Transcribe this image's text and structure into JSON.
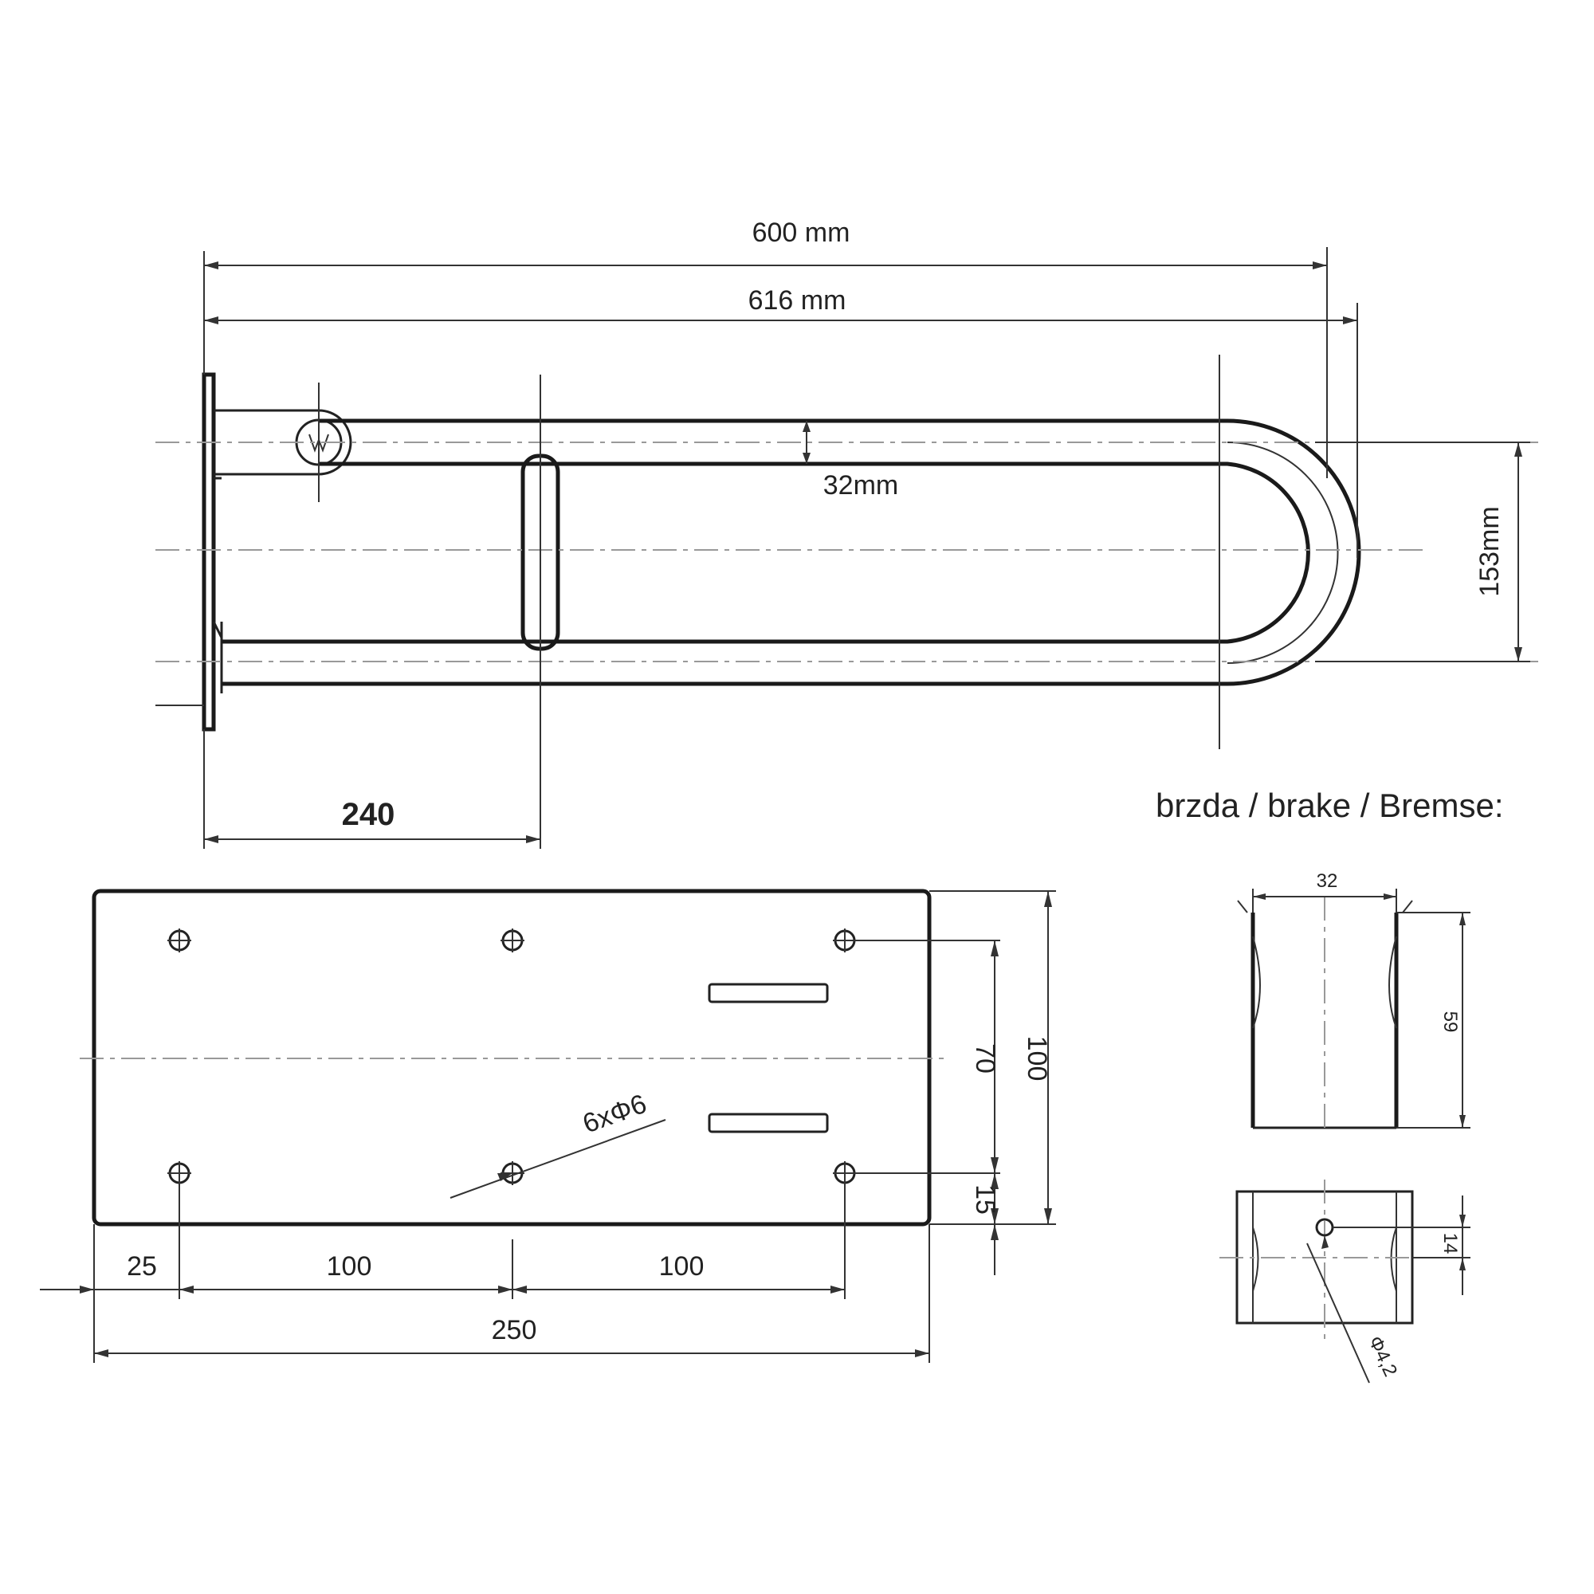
{
  "top_view": {
    "dim_overall_600": "600 mm",
    "dim_overall_616": "616 mm",
    "dim_tube": "32mm",
    "dim_height": "153mm",
    "dim_support": "240"
  },
  "plate_view": {
    "dim_holes": "6xΦ6",
    "dim_hole_spacing_v": "70",
    "dim_plate_height": "100",
    "dim_bottom_offset": "15",
    "dim_edge_offset": "25",
    "dim_spacing_1": "100",
    "dim_spacing_2": "100",
    "dim_plate_width": "250"
  },
  "brake_view": {
    "title": "brzda / brake / Bremse:",
    "dim_width": "32",
    "dim_height": "59",
    "dim_hole_offset": "14",
    "dim_hole_dia": "Φ4,2"
  }
}
